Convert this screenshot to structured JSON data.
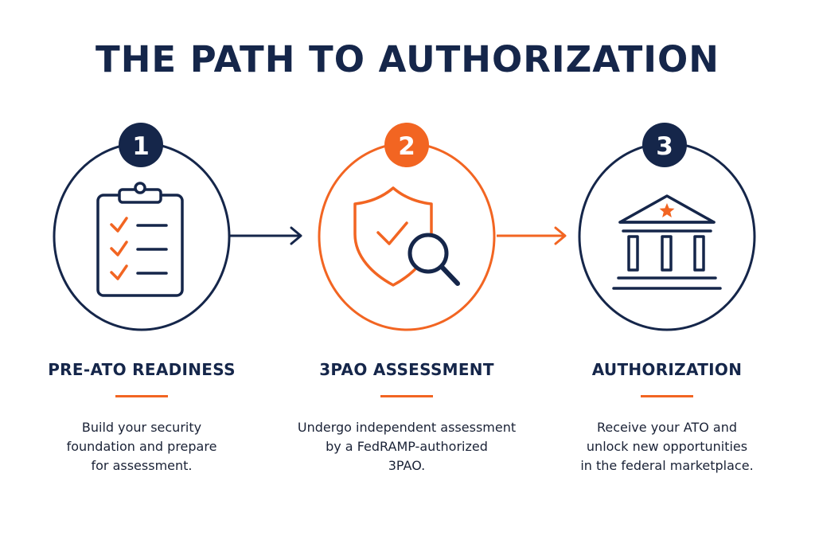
{
  "title": "THE PATH TO AUTHORIZATION",
  "colors": {
    "navy": "#15264a",
    "orange": "#f26522"
  },
  "steps": [
    {
      "number": "1",
      "heading": "PRE-ATO READINESS",
      "description_lines": [
        "Build your security",
        "foundation and prepare",
        "for assessment."
      ],
      "icon": "clipboard-checklist-icon",
      "accent": "navy"
    },
    {
      "number": "2",
      "heading": "3PAO ASSESSMENT",
      "description_lines": [
        "Undergo independent assessment",
        "by a FedRAMP-authorized",
        "3PAO."
      ],
      "icon": "shield-magnifier-icon",
      "accent": "orange"
    },
    {
      "number": "3",
      "heading": "AUTHORIZATION",
      "description_lines": [
        "Receive your ATO and",
        "unlock new opportunities",
        "in the federal marketplace."
      ],
      "icon": "government-building-icon",
      "accent": "navy"
    }
  ]
}
